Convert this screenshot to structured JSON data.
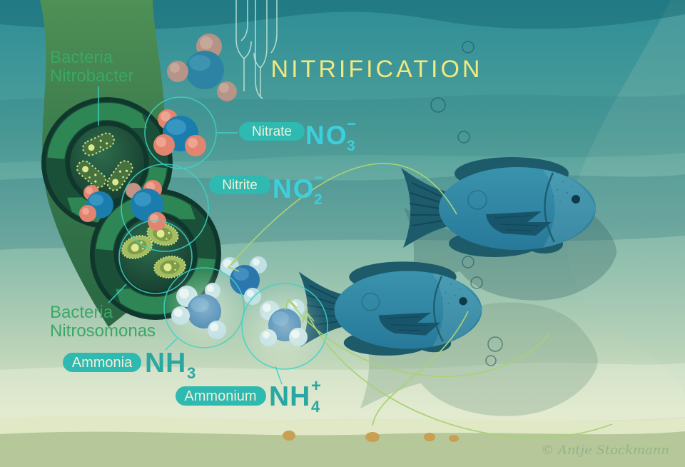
{
  "title": "NITRIFICATION",
  "credit": "© Antje Stockmann",
  "bacteria_labels": {
    "nitrobacter": {
      "line1": "Bacteria",
      "line2": "Nitrobacter"
    },
    "nitrosomonas": {
      "line1": "Bacteria",
      "line2": "Nitrosomonas"
    }
  },
  "compounds": {
    "nitrate": {
      "label": "Nitrate",
      "formula": "NO",
      "subscript": "3",
      "superscript": "−"
    },
    "nitrite": {
      "label": "Nitrite",
      "formula": "NO",
      "subscript": "2",
      "superscript": "−"
    },
    "ammonia": {
      "label": "Ammonia",
      "formula": "NH",
      "subscript": "3",
      "superscript": ""
    },
    "ammonium": {
      "label": "Ammonium",
      "formula": "NH",
      "subscript": "4",
      "superscript": "+"
    }
  },
  "colors": {
    "title_yellow": "#f2e87c",
    "label_green": "#3ba766",
    "pill_teal": "#2eb9b1",
    "pill_text_cream": "#f5eed8",
    "formula_cyan": "#3bd0dd",
    "formula_teal": "#2aa7a3",
    "outline_teal": "#3ed2c6",
    "arrow_green": "#a8d276",
    "molecule_blue": "#1b7dad",
    "molecule_salmon": "#e28570",
    "molecule_hydrogen": "#bfe0e4",
    "fish_body_blue": "#3a93ad",
    "fish_fin_dark": "#1d5b6b",
    "seaweed_green": "#3f8350",
    "sand_green": "#b6c899"
  }
}
